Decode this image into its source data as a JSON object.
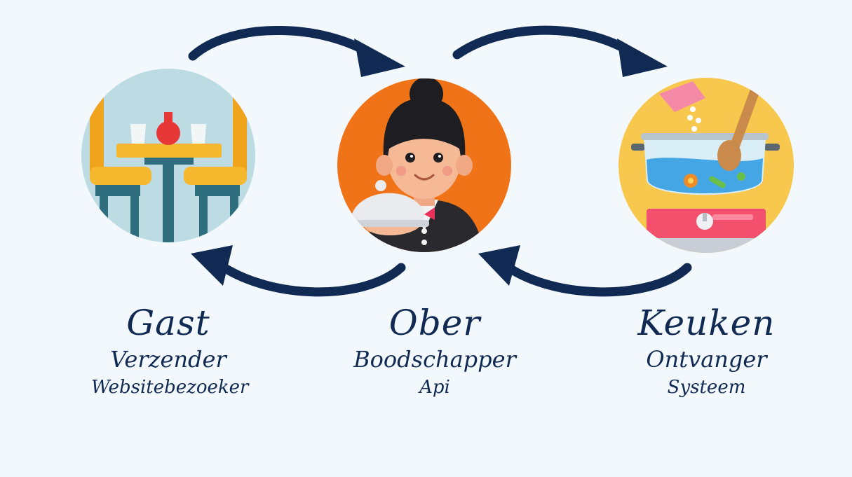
{
  "colors": {
    "background": "#f3f8fc",
    "arrow": "#102a53",
    "text": "#102a53",
    "guest_circle": "#bcdbe2",
    "waiter_circle": "#f07417",
    "kitchen_circle": "#f8c84e"
  },
  "nodes": [
    {
      "key": "gast",
      "icon": "dining-table-icon",
      "title": "Gast",
      "role": "Verzender",
      "sub": "Websitebezoeker"
    },
    {
      "key": "ober",
      "icon": "waiter-icon",
      "title": "Ober",
      "role": "Boodschapper",
      "sub": "Api"
    },
    {
      "key": "keuken",
      "icon": "cooking-pot-icon",
      "title": "Keuken",
      "role": "Ontvanger",
      "sub": "Systeem"
    }
  ],
  "edges": [
    {
      "from": "gast",
      "to": "ober"
    },
    {
      "from": "ober",
      "to": "keuken"
    },
    {
      "from": "keuken",
      "to": "ober"
    },
    {
      "from": "ober",
      "to": "gast"
    }
  ]
}
